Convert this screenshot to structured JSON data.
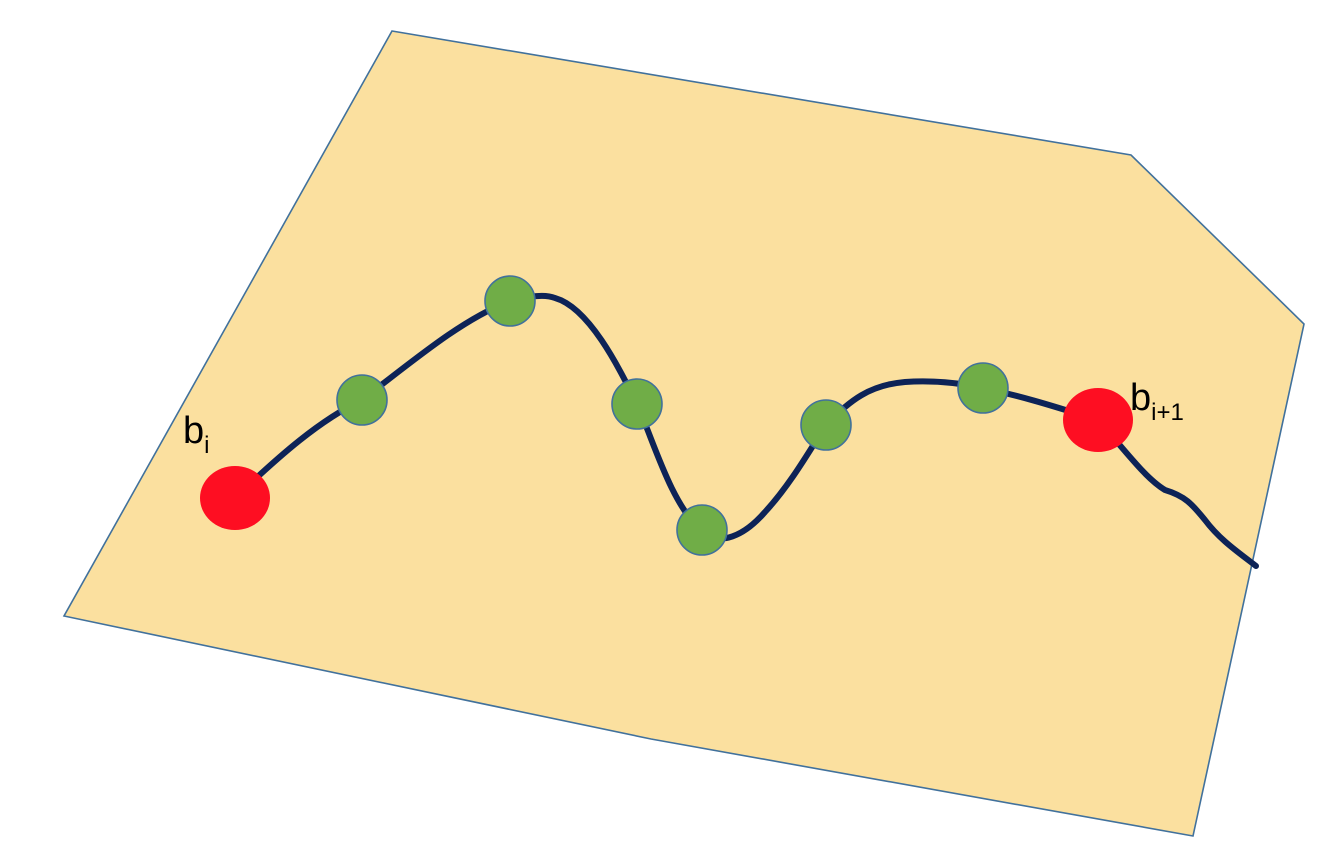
{
  "labels": {
    "start_base": "b",
    "start_sub": "i",
    "end_base": "b",
    "end_sub": "i+1"
  },
  "colors": {
    "region_fill": "#FBE09F",
    "region_stroke": "#41719C",
    "curve": "#0D2357",
    "endpoint": "#FE0E22",
    "intermediate": "#70AD47",
    "intermediate_stroke": "#41719C"
  },
  "counts": {
    "intermediate_points": 6
  }
}
